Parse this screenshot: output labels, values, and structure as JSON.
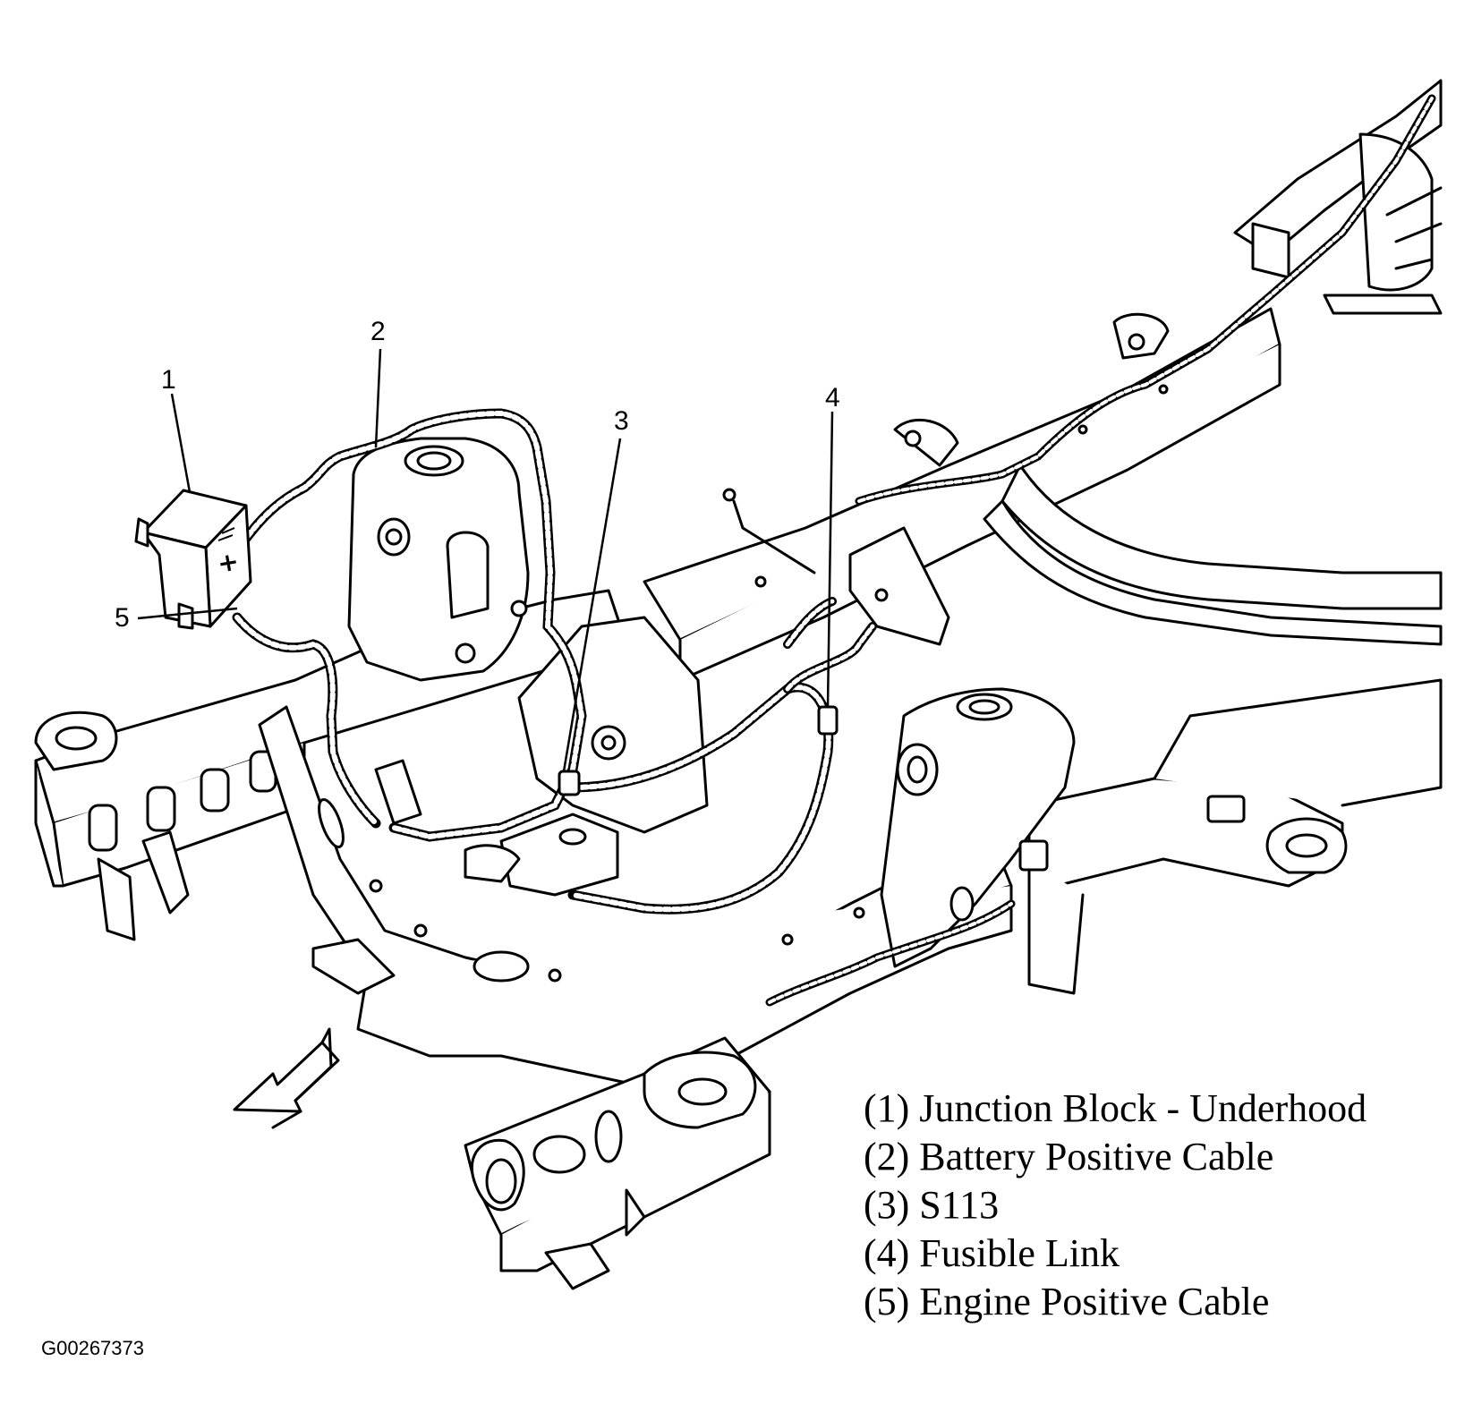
{
  "callouts": [
    {
      "number": "1",
      "target": "junction-block"
    },
    {
      "number": "2",
      "target": "battery-positive-cable"
    },
    {
      "number": "3",
      "target": "splice-s113"
    },
    {
      "number": "4",
      "target": "fusible-link"
    },
    {
      "number": "5",
      "target": "engine-positive-cable"
    }
  ],
  "legend": [
    "(1) Junction Block - Underhood",
    "(2) Battery Positive Cable",
    "(3) S113",
    "(4) Fusible Link",
    "(5) Engine Positive Cable"
  ],
  "figure_id": "G00267373",
  "junction_block_label": "+",
  "colors": {
    "line": "#000000",
    "background": "#ffffff",
    "fill": "#ffffff"
  }
}
